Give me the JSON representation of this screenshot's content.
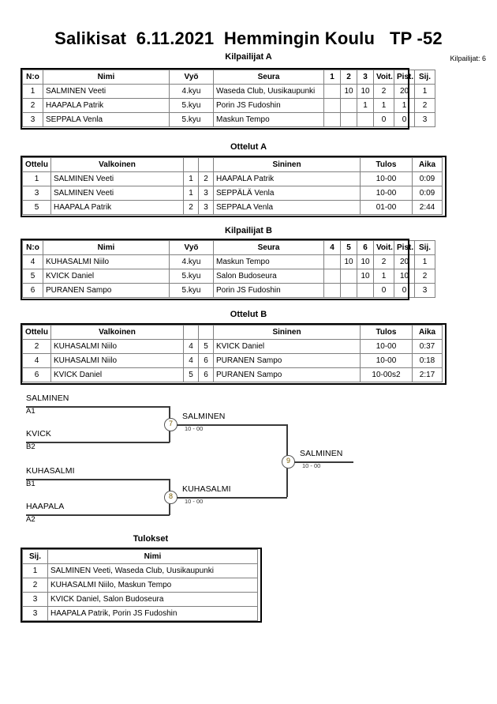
{
  "header": {
    "title": "Salikisat  6.11.2021  Hemmingin Koulu   TP -52",
    "entrants_label": "Kilpailijat: 6"
  },
  "sections": {
    "pool_a_caption": "Kilpailijat A",
    "matches_a_caption": "Ottelut A",
    "pool_b_caption": "Kilpailijat B",
    "matches_b_caption": "Ottelut B",
    "results_caption": "Tulokset"
  },
  "pool_headers": {
    "no": "N:o",
    "name": "Nimi",
    "belt": "Vyö",
    "club": "Seura",
    "wins": "Voit.",
    "points": "Pist.",
    "rank": "Sij."
  },
  "pool_a": {
    "score_cols": [
      "1",
      "2",
      "3"
    ],
    "rows": [
      {
        "no": "1",
        "name": "SALMINEN Veeti",
        "belt": "4.kyu",
        "club": "Waseda Club, Uusikaupunki",
        "scores": [
          "",
          "10",
          "10"
        ],
        "wins": "2",
        "points": "20",
        "rank": "1"
      },
      {
        "no": "2",
        "name": "HAAPALA Patrik",
        "belt": "5.kyu",
        "club": "Porin JS Fudoshin",
        "scores": [
          "",
          "",
          "1"
        ],
        "wins": "1",
        "points": "1",
        "rank": "2"
      },
      {
        "no": "3",
        "name": "SEPPALA Venla",
        "belt": "5.kyu",
        "club": "Maskun Tempo",
        "scores": [
          "",
          "",
          ""
        ],
        "wins": "0",
        "points": "0",
        "rank": "3"
      }
    ]
  },
  "pool_b": {
    "score_cols": [
      "4",
      "5",
      "6"
    ],
    "rows": [
      {
        "no": "4",
        "name": "KUHASALMI Niilo",
        "belt": "4.kyu",
        "club": "Maskun Tempo",
        "scores": [
          "",
          "10",
          "10"
        ],
        "wins": "2",
        "points": "20",
        "rank": "1"
      },
      {
        "no": "5",
        "name": "KVICK Daniel",
        "belt": "5.kyu",
        "club": "Salon Budoseura",
        "scores": [
          "",
          "",
          "10"
        ],
        "wins": "1",
        "points": "10",
        "rank": "2"
      },
      {
        "no": "6",
        "name": "PURANEN Sampo",
        "belt": "5.kyu",
        "club": "Porin JS Fudoshin",
        "scores": [
          "",
          "",
          ""
        ],
        "wins": "0",
        "points": "0",
        "rank": "3"
      }
    ]
  },
  "match_headers": {
    "match": "Ottelu",
    "white": "Valkoinen",
    "blue": "Sininen",
    "result": "Tulos",
    "time": "Aika"
  },
  "matches_a": [
    {
      "match": "1",
      "white": "SALMINEN Veeti",
      "white_no": "1",
      "blue_no": "2",
      "blue": "HAAPALA Patrik",
      "result": "10-00",
      "time": "0:09"
    },
    {
      "match": "3",
      "white": "SALMINEN Veeti",
      "white_no": "1",
      "blue_no": "3",
      "blue": "SEPPÄLÄ Venla",
      "result": "10-00",
      "time": "0:09"
    },
    {
      "match": "5",
      "white": "HAAPALA Patrik",
      "white_no": "2",
      "blue_no": "3",
      "blue": "SEPPALA Venla",
      "result": "01-00",
      "time": "2:44"
    }
  ],
  "matches_b": [
    {
      "match": "2",
      "white": "KUHASALMI Niilo",
      "white_no": "4",
      "blue_no": "5",
      "blue": "KVICK Daniel",
      "result": "10-00",
      "time": "0:37"
    },
    {
      "match": "4",
      "white": "KUHASALMI Niilo",
      "white_no": "4",
      "blue_no": "6",
      "blue": "PURANEN Sampo",
      "result": "10-00",
      "time": "0:18"
    },
    {
      "match": "6",
      "white": "KVICK Daniel",
      "white_no": "5",
      "blue_no": "6",
      "blue": "PURANEN Sampo",
      "result": "10-00s2",
      "time": "2:17"
    }
  ],
  "bracket": {
    "entries": [
      {
        "name": "SALMINEN",
        "seed": "A1"
      },
      {
        "name": "KVICK",
        "seed": "B2"
      },
      {
        "name": "KUHASALMI",
        "seed": "B1"
      },
      {
        "name": "HAAPALA",
        "seed": "A2"
      }
    ],
    "semifinals": [
      {
        "node": "7",
        "winner": "SALMINEN",
        "score": "10 - 00"
      },
      {
        "node": "8",
        "winner": "KUHASALMI",
        "score": "10 - 00"
      }
    ],
    "final": {
      "node": "9",
      "winner": "SALMINEN",
      "score": "10 - 00"
    }
  },
  "results": {
    "headers": {
      "rank": "Sij.",
      "name": "Nimi"
    },
    "rows": [
      {
        "rank": "1",
        "name": "SALMINEN Veeti, Waseda Club, Uusikaupunki"
      },
      {
        "rank": "2",
        "name": "KUHASALMI Niilo, Maskun Tempo"
      },
      {
        "rank": "3",
        "name": "KVICK Daniel, Salon Budoseura"
      },
      {
        "rank": "3",
        "name": "HAAPALA Patrik, Porin JS Fudoshin"
      }
    ]
  }
}
